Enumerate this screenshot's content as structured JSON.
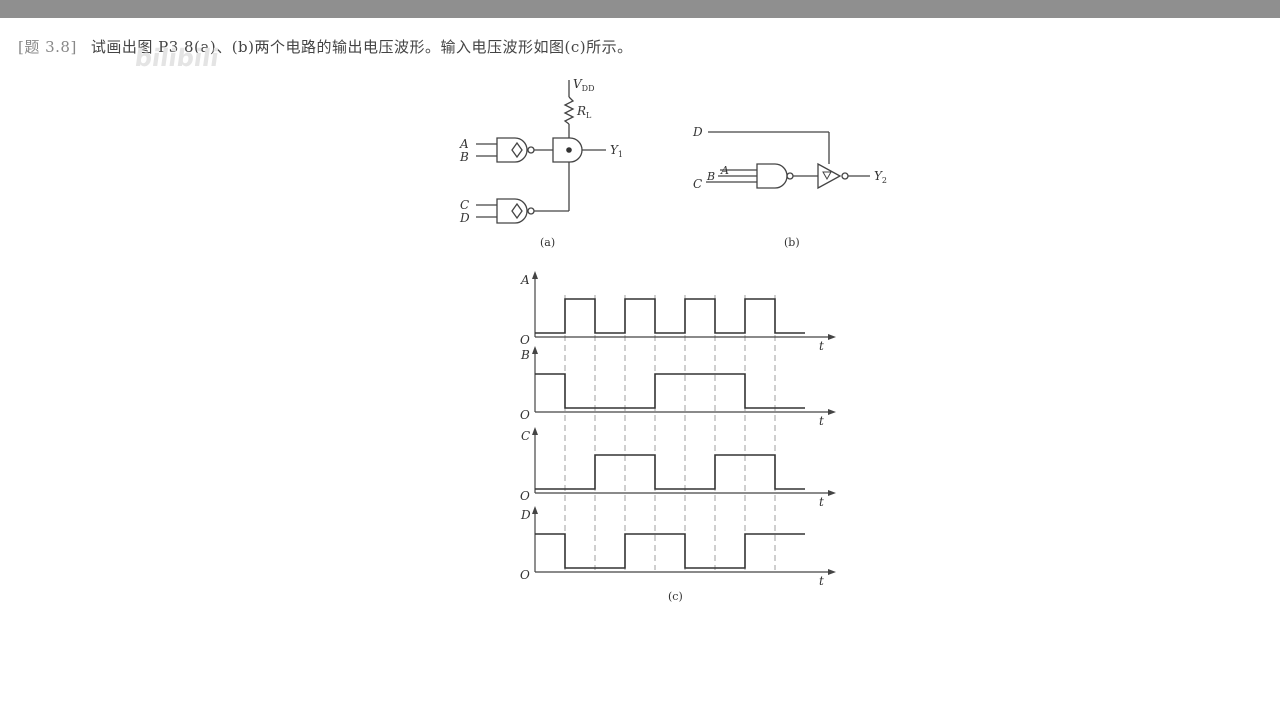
{
  "problem": {
    "number": "[题 3.8]",
    "text": "试画出图 P3.8(a)、(b)两个电路的输出电压波形。输入电压波形如图(c)所示。"
  },
  "watermark": "bilibili",
  "circuit_a": {
    "supply": "V",
    "supply_sub": "DD",
    "resistor": "R",
    "resistor_sub": "L",
    "inputs": [
      "A",
      "B",
      "C",
      "D"
    ],
    "output": "Y",
    "output_sub": "1",
    "caption": "(a)"
  },
  "circuit_b": {
    "inputs": [
      "D",
      "A",
      "B",
      "C"
    ],
    "output": "Y",
    "output_sub": "2",
    "caption": "(b)"
  },
  "waveforms": {
    "caption": "(c)",
    "origin_label": "O",
    "time_label": "t",
    "signals": [
      {
        "name": "A",
        "levels": [
          0,
          1,
          0,
          1,
          0,
          1,
          0,
          1,
          0
        ]
      },
      {
        "name": "B",
        "levels": [
          1,
          0,
          0,
          0,
          1,
          1,
          1,
          0,
          0
        ]
      },
      {
        "name": "C",
        "levels": [
          0,
          0,
          1,
          1,
          0,
          0,
          1,
          1,
          0
        ]
      },
      {
        "name": "D",
        "levels": [
          1,
          0,
          0,
          1,
          1,
          0,
          0,
          1,
          1
        ]
      }
    ]
  }
}
